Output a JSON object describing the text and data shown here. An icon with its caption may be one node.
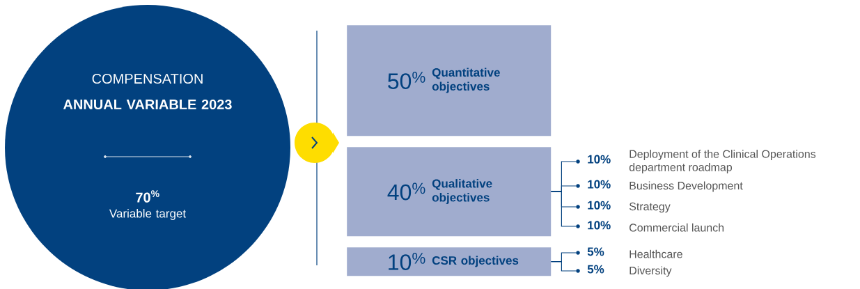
{
  "diagram": {
    "nodes": [
      {
        "text": [
          "COMPENSATION",
          "ANNUAL VARIABLE 2023",
          "70$^{%}$",
          "Variable target"
        ]
      },
      {
        "text": [
          "50$^{%}$",
          "Quantitative objectives"
        ]
      },
      {
        "text": [
          "40$^{%}$",
          "Qualitative objectives"
        ]
      },
      {
        "text": [
          "10$^{%}$",
          "CSR objectives"
        ]
      },
      {
        "text": [
          "10%",
          "Deployment of the Clinical Operations department roadmap"
        ]
      },
      {
        "text": [
          "10%",
          "Business Development"
        ]
      },
      {
        "text": [
          "10%",
          "Strategy"
        ]
      },
      {
        "text": [
          "10%",
          "Commercial launch"
        ]
      },
      {
        "text": [
          "5%",
          "Healthcare"
        ]
      },
      {
        "text": [
          "5%",
          "Diversity"
        ]
      }
    ],
    "edges": [
      {
        "from": 2,
        "to": 4,
        "arrow": "none"
      },
      {
        "from": 2,
        "to": 5,
        "arrow": "none"
      },
      {
        "from": 2,
        "to": 6,
        "arrow": "none"
      },
      {
        "from": 2,
        "to": 7,
        "arrow": "none"
      },
      {
        "from": 3,
        "to": 8,
        "arrow": "none"
      },
      {
        "from": 3,
        "to": 9,
        "arrow": "none"
      }
    ]
  }
}
